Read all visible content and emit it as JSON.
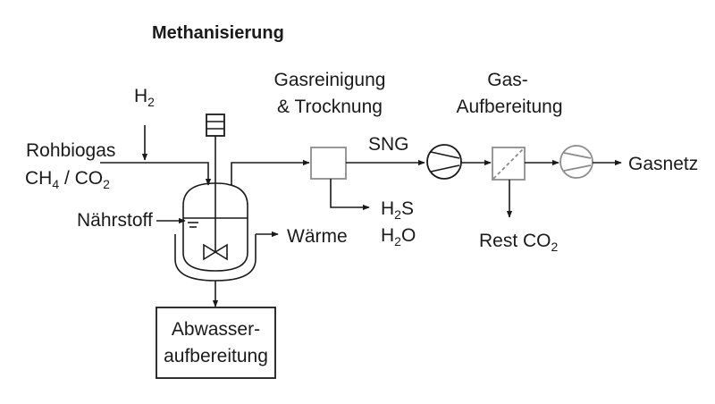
{
  "title": "Methanisierung",
  "labels": {
    "h2": "H",
    "h2_sub": "2",
    "rohbiogas": "Rohbiogas",
    "ch4": "CH",
    "ch4_sub": "4",
    "co2_feed": " / CO",
    "co2_feed_sub": "2",
    "naehrstoff": "Nährstoff",
    "waerme": "Wärme",
    "gasreinigung_1": "Gasreinigung",
    "gasreinigung_2": "& Trocknung",
    "sng": "SNG",
    "h2s": "H",
    "h2s_sub": "2",
    "h2s_tail": "S",
    "h2o": "H",
    "h2o_sub": "2",
    "h2o_tail": "O",
    "gasaufbereitung_1": "Gas-",
    "gasaufbereitung_2": "Aufbereitung",
    "rest_co2": "Rest CO",
    "rest_co2_sub": "2",
    "gasnetz": "Gasnetz",
    "abwasser_1": "Abwasser-",
    "abwasser_2": "aufbereitung"
  },
  "icons": {
    "reactor": "stirred-tank-reactor-icon",
    "motor": "stirrer-motor-icon",
    "cleaning": "gas-cleaning-unit-icon",
    "compressor1": "compressor-icon",
    "membrane": "membrane-separator-icon",
    "compressor2": "compressor-icon"
  },
  "colors": {
    "line": "#1a1a1a",
    "grey_equipment": "#8c8c8c"
  }
}
